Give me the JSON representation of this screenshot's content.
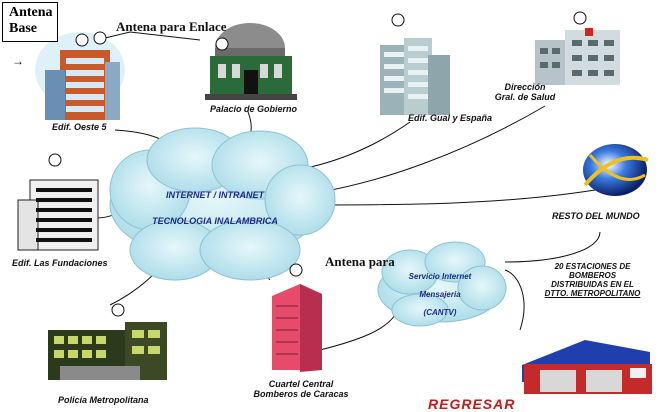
{
  "antena_base": {
    "line1": "Antena",
    "line2": "Base"
  },
  "antena_enlace": "Antena para Enlace",
  "antena_para": "Antena para",
  "cloud_main": {
    "line1": "INTERNET / INTRANET",
    "line2": "TECNOLOGIA INALAMBRICA"
  },
  "cloud_small": {
    "line1": "Servicio Internet",
    "line2": "Mensajeria",
    "line3": "(CANTV)"
  },
  "nodes": {
    "oeste": "Edif. Oeste 5",
    "palacio": "Palacio de Gobierno",
    "gual": "Edif. Gual y España",
    "salud": {
      "line1": "Dirección",
      "line2": "Gral. de Salud"
    },
    "fundaciones": "Edif. Las Fundaciones",
    "mundo": "RESTO DEL MUNDO",
    "policia": "Policía Metropolitana",
    "cuartel": {
      "line1": "Cuartel Central",
      "line2": "Bomberos de Caracas"
    },
    "estaciones": {
      "line1": "20 ESTACIONES DE",
      "line2": "BOMBEROS",
      "line3": "DISTRIBUIDAS EN EL",
      "line4": "DTTO. METROPOLITANO"
    }
  },
  "regresar": "REGRESAR",
  "colors": {
    "cloud": "#bfe6ef",
    "cloud_text": "#1a2a8a",
    "link": "#c41a1a",
    "fire_station_roof": "#1f3fae",
    "cuartel": "#e64b6b"
  }
}
